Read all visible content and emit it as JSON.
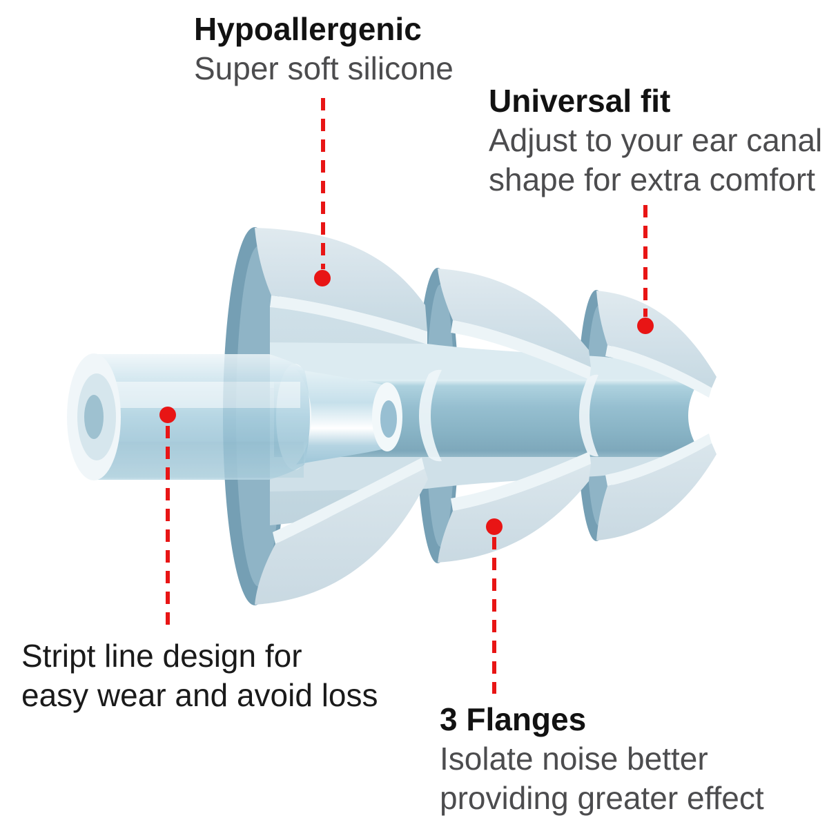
{
  "colors": {
    "background": "#ffffff",
    "annotation_red": "#e81515",
    "title_text": "#121212",
    "body_text": "#4c4c4e",
    "dark_body_text": "#1a1a1a",
    "plug_shell_light": "#d3e1e9",
    "plug_rim_dark": "#759fb4",
    "plug_rim_inner": "#8fb4c6",
    "plug_core": "#8bb5c7",
    "plug_cut_edge": "#ecf4f7"
  },
  "labels": {
    "hypoallergenic": {
      "title": "Hypoallergenic",
      "line1": "Super soft silicone"
    },
    "universal_fit": {
      "title": "Universal fit",
      "line1": "Adjust to your ear canal",
      "line2": "shape for extra comfort"
    },
    "strip_line": {
      "line1": "Stript line design for",
      "line2": "easy wear and avoid loss"
    },
    "three_flanges": {
      "title": "3 Flanges",
      "line1": "Isolate noise better",
      "line2": "providing greater effect"
    }
  }
}
